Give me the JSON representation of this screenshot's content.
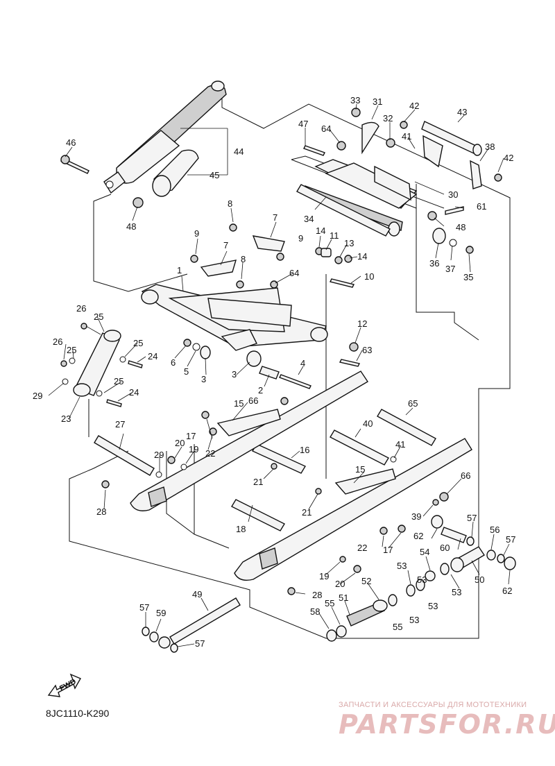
{
  "diagram": {
    "code": "8JC1110-K290",
    "fwd_label": "FWD",
    "watermark": {
      "tagline": "ЗАПЧАСТИ И АКСЕССУАРЫ ДЛЯ МОТОТЕХНИКИ",
      "brand": "PARTSFOR.RU"
    }
  },
  "callouts": [
    {
      "id": "c1",
      "label": "1"
    },
    {
      "id": "c2",
      "label": "2"
    },
    {
      "id": "c3a",
      "label": "3"
    },
    {
      "id": "c3b",
      "label": "3"
    },
    {
      "id": "c4",
      "label": "4"
    },
    {
      "id": "c5",
      "label": "5"
    },
    {
      "id": "c6",
      "label": "6"
    },
    {
      "id": "c7a",
      "label": "7"
    },
    {
      "id": "c7b",
      "label": "7"
    },
    {
      "id": "c8a",
      "label": "8"
    },
    {
      "id": "c8b",
      "label": "8"
    },
    {
      "id": "c9a",
      "label": "9"
    },
    {
      "id": "c9b",
      "label": "9"
    },
    {
      "id": "c10",
      "label": "10"
    },
    {
      "id": "c11",
      "label": "11"
    },
    {
      "id": "c12",
      "label": "12"
    },
    {
      "id": "c13",
      "label": "13"
    },
    {
      "id": "c14a",
      "label": "14"
    },
    {
      "id": "c14b",
      "label": "14"
    },
    {
      "id": "c15a",
      "label": "15"
    },
    {
      "id": "c15b",
      "label": "15"
    },
    {
      "id": "c16",
      "label": "16"
    },
    {
      "id": "c17a",
      "label": "17"
    },
    {
      "id": "c17b",
      "label": "17"
    },
    {
      "id": "c18",
      "label": "18"
    },
    {
      "id": "c19a",
      "label": "19"
    },
    {
      "id": "c19b",
      "label": "19"
    },
    {
      "id": "c20a",
      "label": "20"
    },
    {
      "id": "c20b",
      "label": "20"
    },
    {
      "id": "c21a",
      "label": "21"
    },
    {
      "id": "c21b",
      "label": "21"
    },
    {
      "id": "c22a",
      "label": "22"
    },
    {
      "id": "c22b",
      "label": "22"
    },
    {
      "id": "c23",
      "label": "23"
    },
    {
      "id": "c24a",
      "label": "24"
    },
    {
      "id": "c24b",
      "label": "24"
    },
    {
      "id": "c25a",
      "label": "25"
    },
    {
      "id": "c25b",
      "label": "25"
    },
    {
      "id": "c25c",
      "label": "25"
    },
    {
      "id": "c25d",
      "label": "25"
    },
    {
      "id": "c26a",
      "label": "26"
    },
    {
      "id": "c26b",
      "label": "26"
    },
    {
      "id": "c27",
      "label": "27"
    },
    {
      "id": "c28a",
      "label": "28"
    },
    {
      "id": "c28b",
      "label": "28"
    },
    {
      "id": "c29a",
      "label": "29"
    },
    {
      "id": "c29b",
      "label": "29"
    },
    {
      "id": "c30",
      "label": "30"
    },
    {
      "id": "c31",
      "label": "31"
    },
    {
      "id": "c32",
      "label": "32"
    },
    {
      "id": "c33",
      "label": "33"
    },
    {
      "id": "c34",
      "label": "34"
    },
    {
      "id": "c35",
      "label": "35"
    },
    {
      "id": "c36",
      "label": "36"
    },
    {
      "id": "c37",
      "label": "37"
    },
    {
      "id": "c38",
      "label": "38"
    },
    {
      "id": "c39",
      "label": "39"
    },
    {
      "id": "c40",
      "label": "40"
    },
    {
      "id": "c41a",
      "label": "41"
    },
    {
      "id": "c41b",
      "label": "41"
    },
    {
      "id": "c42a",
      "label": "42"
    },
    {
      "id": "c42b",
      "label": "42"
    },
    {
      "id": "c43",
      "label": "43"
    },
    {
      "id": "c44",
      "label": "44"
    },
    {
      "id": "c45",
      "label": "45"
    },
    {
      "id": "c46",
      "label": "46"
    },
    {
      "id": "c47",
      "label": "47"
    },
    {
      "id": "c48a",
      "label": "48"
    },
    {
      "id": "c48b",
      "label": "48"
    },
    {
      "id": "c49",
      "label": "49"
    },
    {
      "id": "c50",
      "label": "50"
    },
    {
      "id": "c51",
      "label": "51"
    },
    {
      "id": "c52",
      "label": "52"
    },
    {
      "id": "c53a",
      "label": "53"
    },
    {
      "id": "c53b",
      "label": "53"
    },
    {
      "id": "c53c",
      "label": "53"
    },
    {
      "id": "c53d",
      "label": "53"
    },
    {
      "id": "c53e",
      "label": "53"
    },
    {
      "id": "c54",
      "label": "54"
    },
    {
      "id": "c55a",
      "label": "55"
    },
    {
      "id": "c55b",
      "label": "55"
    },
    {
      "id": "c56",
      "label": "56"
    },
    {
      "id": "c57a",
      "label": "57"
    },
    {
      "id": "c57b",
      "label": "57"
    },
    {
      "id": "c57c",
      "label": "57"
    },
    {
      "id": "c57d",
      "label": "57"
    },
    {
      "id": "c58",
      "label": "58"
    },
    {
      "id": "c59",
      "label": "59"
    },
    {
      "id": "c60",
      "label": "60"
    },
    {
      "id": "c61",
      "label": "61"
    },
    {
      "id": "c62a",
      "label": "62"
    },
    {
      "id": "c62b",
      "label": "62"
    },
    {
      "id": "c63",
      "label": "63"
    },
    {
      "id": "c64a",
      "label": "64"
    },
    {
      "id": "c64b",
      "label": "64"
    },
    {
      "id": "c65",
      "label": "65"
    },
    {
      "id": "c66a",
      "label": "66"
    },
    {
      "id": "c66b",
      "label": "66"
    }
  ]
}
